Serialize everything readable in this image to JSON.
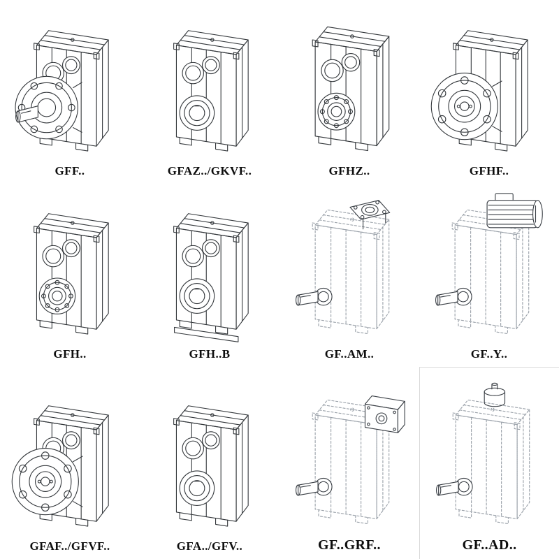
{
  "page": {
    "background": "#ffffff",
    "solid_line_color": "#33373b",
    "phantom_line_color": "#9aa1a9",
    "label_color": "#0d0d0d"
  },
  "catalog": {
    "items": [
      {
        "label": "GFF..",
        "drawing": "helical-gearbox-output-flange-solid-shaft",
        "line_style": "solid"
      },
      {
        "label": "GFAZ../GKVF..",
        "drawing": "helical-gearbox-hollow-output-bore",
        "line_style": "solid"
      },
      {
        "label": "GFHZ..",
        "drawing": "helical-gearbox-hollow-shaft-bearing",
        "line_style": "solid"
      },
      {
        "label": "GFHF..",
        "drawing": "helical-gearbox-large-output-flange",
        "line_style": "solid"
      },
      {
        "label": "GFH..",
        "drawing": "helical-gearbox-hollow-shaft-bearing",
        "line_style": "solid"
      },
      {
        "label": "GFH..B",
        "drawing": "helical-gearbox-hollow-shaft-base-plate",
        "line_style": "solid"
      },
      {
        "label": "GF..AM..",
        "drawing": "helical-gearbox-iec-adapter-flange",
        "line_style": "phantom"
      },
      {
        "label": "GF..Y..",
        "drawing": "helical-gearbox-with-mounted-motor",
        "line_style": "phantom"
      },
      {
        "label": "GFAF../GFVF..",
        "drawing": "helical-gearbox-output-flange-bore",
        "line_style": "solid"
      },
      {
        "label": "GFA../GFV..",
        "drawing": "helical-gearbox-hollow-output-bore",
        "line_style": "solid"
      },
      {
        "label": "GF..GRF..",
        "drawing": "helical-gearbox-gr-input-adapter",
        "line_style": "phantom"
      },
      {
        "label": "GF..AD..",
        "drawing": "helical-gearbox-input-shaft-adapter",
        "line_style": "phantom"
      }
    ]
  }
}
